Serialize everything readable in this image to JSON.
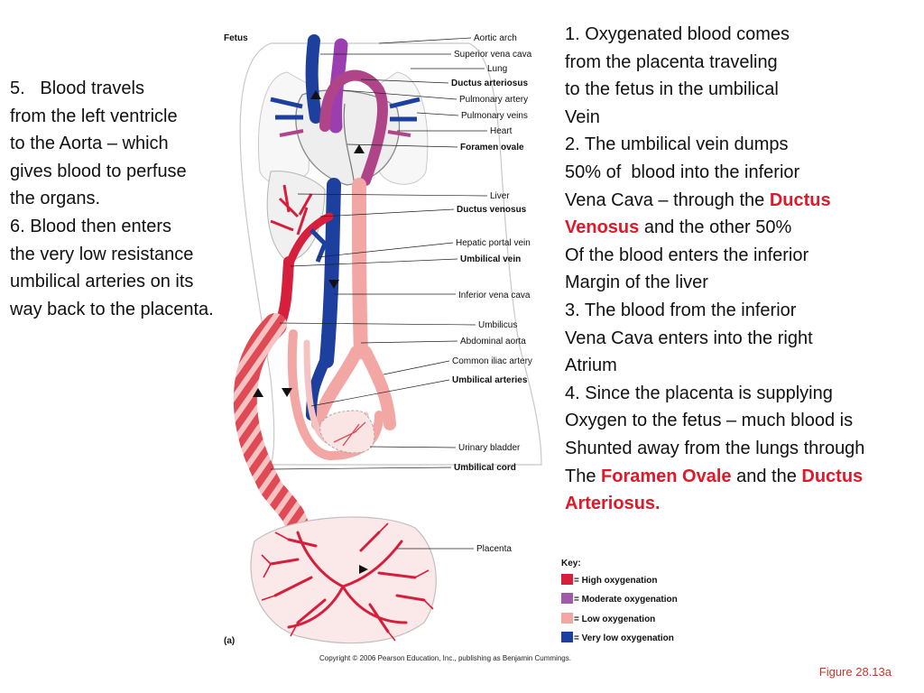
{
  "diagram_title": "Fetus",
  "panel_letter": "(a)",
  "labels": [
    {
      "text": "Aortic arch",
      "bold": false
    },
    {
      "text": "Superior vena cava",
      "bold": false
    },
    {
      "text": "Lung",
      "bold": false
    },
    {
      "text": "Ductus arteriosus",
      "bold": true
    },
    {
      "text": "Pulmonary artery",
      "bold": false
    },
    {
      "text": "Pulmonary veins",
      "bold": false
    },
    {
      "text": "Heart",
      "bold": false
    },
    {
      "text": "Foramen ovale",
      "bold": true
    },
    {
      "text": "Liver",
      "bold": false
    },
    {
      "text": "Ductus venosus",
      "bold": true
    },
    {
      "text": "Hepatic portal vein",
      "bold": false
    },
    {
      "text": "Umbilical vein",
      "bold": true
    },
    {
      "text": "Inferior vena cava",
      "bold": false
    },
    {
      "text": "Umbilicus",
      "bold": false
    },
    {
      "text": "Abdominal aorta",
      "bold": false
    },
    {
      "text": "Common iliac artery",
      "bold": false
    },
    {
      "text": "Umbilical arteries",
      "bold": true
    },
    {
      "text": "Urinary bladder",
      "bold": false
    },
    {
      "text": "Umbilical cord",
      "bold": true
    },
    {
      "text": "Placenta",
      "bold": false
    }
  ],
  "key": {
    "title": "Key:",
    "items": [
      {
        "text": "= High oxygenation",
        "color": "#d61f3c"
      },
      {
        "text": "= Moderate oxygenation",
        "color": "#a05ba8"
      },
      {
        "text": "= Low oxygenation",
        "color": "#f2a7a5"
      },
      {
        "text": "= Very low oxygenation",
        "color": "#1d3f9e"
      }
    ]
  },
  "colors": {
    "high": "#d61f3c",
    "moderate": "#9b3fb0",
    "low": "#f2a7a5",
    "very_low": "#1d3f9e",
    "highlight": "#e0192a"
  },
  "copyright": "Copyright © 2006 Pearson Education, Inc., publishing as Benjamin Cummings.",
  "figure_ref": "Figure 28.13a",
  "left_text": {
    "l1": "5.   Blood travels",
    "l2": "from the left ventricle",
    "l3": "to the Aorta – which",
    "l4": "gives blood to perfuse",
    "l5": "the organs.",
    "l6": "6. Blood then enters",
    "l7": "the very low resistance",
    "l8": "umbilical arteries on its",
    "l9": "way back to the placenta."
  },
  "right_text": {
    "l1": "1. Oxygenated blood comes",
    "l2": "from the placenta traveling",
    "l3": "to the fetus in the umbilical",
    "l4": "Vein",
    "l5": "2. The umbilical vein dumps",
    "l6": "50% of  blood into the inferior",
    "l7a": "Vena Cava – through the ",
    "l7b": "Ductus",
    "l8a": "Venosus",
    "l8b": " and the other 50%",
    "l9": "Of the blood enters the inferior",
    "l10": "Margin of the liver",
    "l11": "3. The blood from the inferior",
    "l12": "Vena Cava enters into the right",
    "l13": "Atrium",
    "l14": "4. Since the placenta is supplying",
    "l15": "Oxygen to the fetus – much blood is",
    "l16": "Shunted away from the lungs through",
    "l17a": "The ",
    "l17b": "Foramen Ovale",
    "l17c": " and the ",
    "l17d": "Ductus",
    "l18": "Arteriosus."
  }
}
